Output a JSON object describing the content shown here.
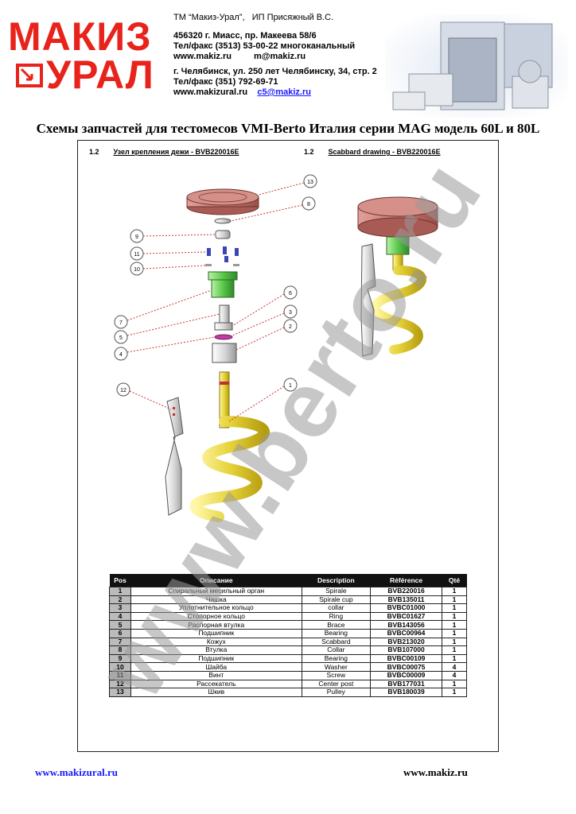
{
  "logo": {
    "line1": "МАКИЗ",
    "line2": "УРАЛ"
  },
  "contacts": {
    "tm": "ТМ “Макиз-Урал”,",
    "ip": "ИП Присяжный В.С.",
    "address1": "456320 г. Миасс, пр. Макеева 58/6",
    "phone1": "Тел/факс (3513) 53-00-22 многоканальный",
    "web1": "www.makiz.ru",
    "email1": "m@makiz.ru",
    "address2": "г. Челябинск, ул. 250 лет Челябинску, 34, стр. 2",
    "phone2": "Тел/факс (351) 792-69-71",
    "web2": "www.makizural.ru",
    "email2": "c5@makiz.ru"
  },
  "title": "Схемы запчастей для тестомесов VMI-Berto Италия серии MAG модель 60L и 80L",
  "section_left": {
    "num": "1.2",
    "label": "Узел крепления дежи  - BVB220016E"
  },
  "section_right": {
    "num": "1.2",
    "label": "Scabbard drawing - BVB220016E"
  },
  "callouts": [
    "13",
    "8",
    "9",
    "11",
    "10",
    "6",
    "7",
    "3",
    "5",
    "2",
    "4",
    "12",
    "1"
  ],
  "table": {
    "headers": [
      "Pos",
      "Описание",
      "Description",
      "Référence",
      "Qté"
    ],
    "rows": [
      [
        "1",
        "Спиральный месильный орган",
        "Spirale",
        "BVB220016",
        "1"
      ],
      [
        "2",
        "Чашка",
        "Spirale cup",
        "BVB135011",
        "1"
      ],
      [
        "3",
        "Уплотнительное кольцо",
        "collar",
        "BVBC01000",
        "1"
      ],
      [
        "4",
        "Стопорное кольцо",
        "Ring",
        "BVBC01627",
        "1"
      ],
      [
        "5",
        "Распорная втулка",
        "Brace",
        "BVB143056",
        "1"
      ],
      [
        "6",
        "Подшипник",
        "Bearing",
        "BVBC00964",
        "1"
      ],
      [
        "7",
        "Кожух",
        "Scabbard",
        "BVB213020",
        "1"
      ],
      [
        "8",
        "Втулка",
        "Collar",
        "BVB107000",
        "1"
      ],
      [
        "9",
        "Подшипник",
        "Bearing",
        "BVBC00109",
        "1"
      ],
      [
        "10",
        "Шайба",
        "Washer",
        "BVBC00075",
        "4"
      ],
      [
        "11",
        "Винт",
        "Screw",
        "BVBC00009",
        "4"
      ],
      [
        "12",
        "Рассекатель",
        "Center post",
        "BVB177031",
        "1"
      ],
      [
        "13",
        "Шкив",
        "Pulley",
        "BVB180039",
        "1"
      ]
    ]
  },
  "footer": {
    "left": "www.makizural.ru",
    "right": "www.makiz.ru"
  },
  "watermark": "www.berto.ru",
  "colors": {
    "brand_red": "#e8231b",
    "link_blue": "#1a1aff",
    "pulley": "#c97a72",
    "spiral": "#e6d23a",
    "scabbard_green": "#5cc84a"
  }
}
